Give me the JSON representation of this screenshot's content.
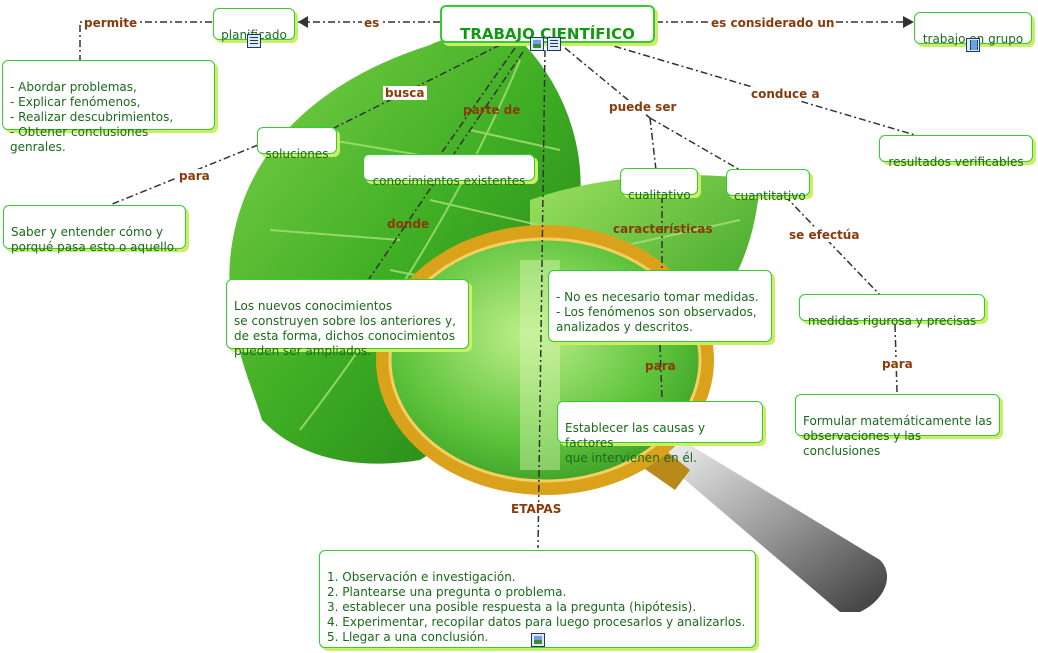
{
  "title": "TRABAJO CIENTÍFICO",
  "nodes": {
    "planificado": "planificado",
    "trabajo_grupo": "trabajo en grupo",
    "permite_list": "- Abordar problemas,\n- Explicar fenómenos,\n- Realizar descubrimientos,\n- Obtener conclusiones genrales.",
    "soluciones": "soluciones",
    "saber": "Saber y entender cómo y\nporqué pasa esto o aquello.",
    "conocimientos": "conocimientos existentes",
    "nuevos": "Los  nuevos conocimientos\nse construyen sobre los anteriores y,\nde esta forma, dichos conocimientos\npueden ser ampliados.",
    "cualitativo": "cualitativo",
    "cuantitativo": "cuantitativo",
    "resultados": "resultados verificables",
    "no_necesario": "- No es necesario tomar medidas.\n- Los fenómenos son observados,\nanalizados y descritos.",
    "medidas": "medidas rigurosa y precisas",
    "establecer": "Establecer las causas y factores\nque intervienen en él.",
    "formular": "Formular matemáticamente las\nobservaciones y las conclusiones",
    "etapas_list": "1. Observación e investigación.\n2. Plantearse una pregunta o problema.\n3. establecer una posible respuesta a la pregunta (hipótesis).\n4. Experimentar, recopilar datos para luego procesarlos y analizarlos.\n5. Llegar a una conclusión."
  },
  "links": {
    "permite": "permite",
    "es": "es",
    "es_considerado": "es considerado un",
    "busca": "busca",
    "parte_de": "parte de",
    "puede_ser": "puede ser",
    "conduce_a": "conduce a",
    "para_saber": "para",
    "donde": "donde",
    "caracteristicas": "características",
    "se_efectua": "se efectúa",
    "para_establecer": "para",
    "para_formular": "para",
    "etapas": "ETAPAS"
  },
  "icons": {
    "title_icons": [
      "image-icon",
      "document-icon"
    ],
    "planificado_icon": "document-icon",
    "trabajo_grupo_icon": "film-icon",
    "etapas_icon": "image-icon"
  },
  "colors": {
    "node_border": "#33cc33",
    "node_text": "#1a6a1a",
    "link_label": "#8a3a0a",
    "connector": "#333333",
    "leaf": "#33aa22",
    "lens_ring": "#d9a21a"
  }
}
